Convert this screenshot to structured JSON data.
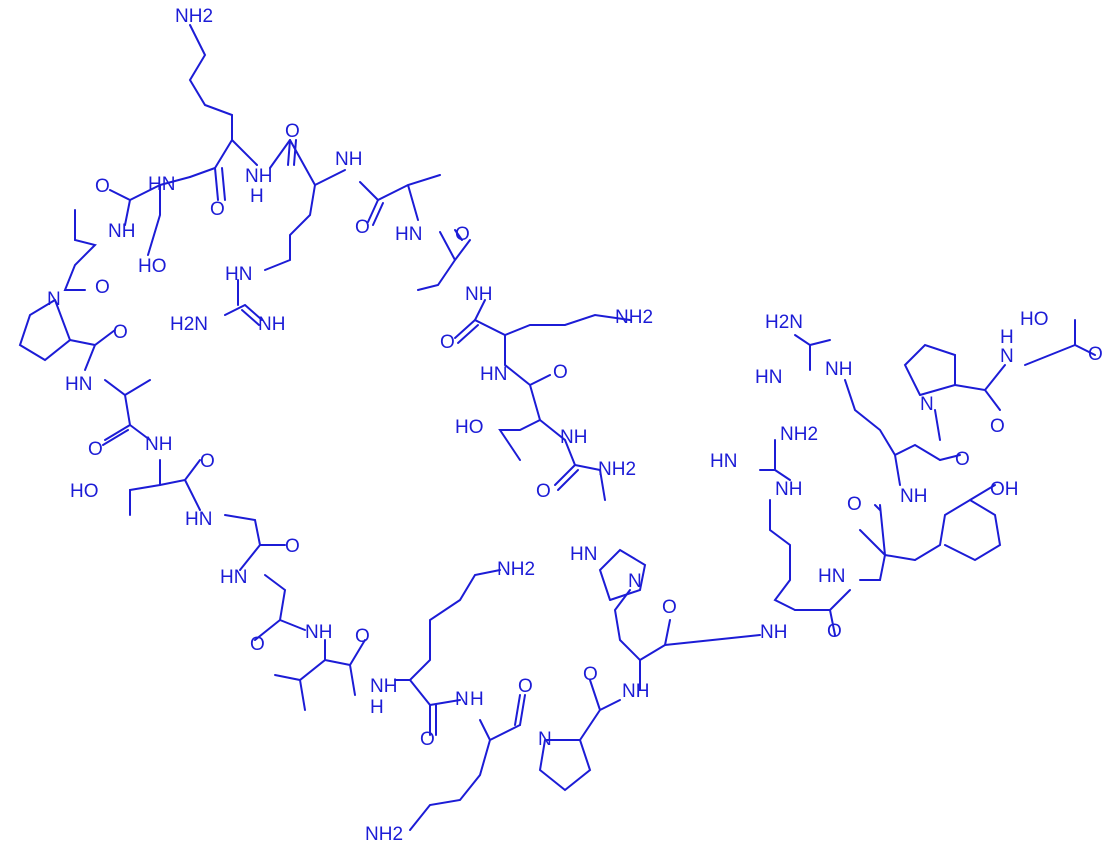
{
  "colors": {
    "ink": "#1c1cd6",
    "background": "#ffffff"
  },
  "labels": {
    "nh2_k1": "NH2",
    "nh_k1": "NH",
    "h_k1": "H",
    "o_k1": "O",
    "nh_s": "HN",
    "o_s": "O",
    "ho_s": "HO",
    "o_r1": "O",
    "nh_r1": "NH",
    "h2n_r1": "H2N",
    "hn_r1a": "HN",
    "nh_r1b": "NH",
    "nh_a1": "NH",
    "o_a1": "O",
    "hn_a2": "HN",
    "o_a2": "O",
    "nh_a3": "NH",
    "o_a3": "O",
    "nh_a4": "NH",
    "n_p1": "N",
    "o_p1": "O",
    "hn_a5": "HN",
    "o_a5": "O",
    "nh_t1": "NH",
    "o_t1": "O",
    "ho_t1": "HO",
    "hn_g1": "HN",
    "o_g1": "O",
    "hn_g2": "HN",
    "o_g2": "O",
    "nh_v": "NH",
    "o_v": "O",
    "nh2_k2": "NH2",
    "nh_k2": "NH",
    "h_k2": "H",
    "o_k2": "O",
    "nh2_k3": "NH2",
    "hn_k3": "HN",
    "ho_t2": "HO",
    "o_k3": "O",
    "nh_t2": "NH",
    "o_a6": "O",
    "nh2_a6": "NH2",
    "nh2_k4": "NH2",
    "n_k4": "N",
    "h_k4": "H",
    "o_k4": "O",
    "nh_k5": "N",
    "h_k5": "H",
    "o_k5": "O",
    "n_p2": "N",
    "o_p2": "O",
    "hn_h": "HN",
    "n_h": "N",
    "o_h": "O",
    "nh_h": "NH",
    "h2n_r2": "NH2",
    "hn_r2": "HN",
    "nh_r2": "NH",
    "nh_r2b": "NH",
    "o_r2": "O",
    "hn_y": "HN",
    "o_y": "O",
    "oh_y": "OH",
    "h2n_r3": "H2N",
    "hn_r3": "HN",
    "nh_r3": "NH",
    "nh_r3b": "NH",
    "o_r3": "O",
    "n_p3": "N",
    "o_p3": "O",
    "nh_g3": "N",
    "h_g3": "H",
    "ho_g3": "HO",
    "o_g3": "O"
  }
}
